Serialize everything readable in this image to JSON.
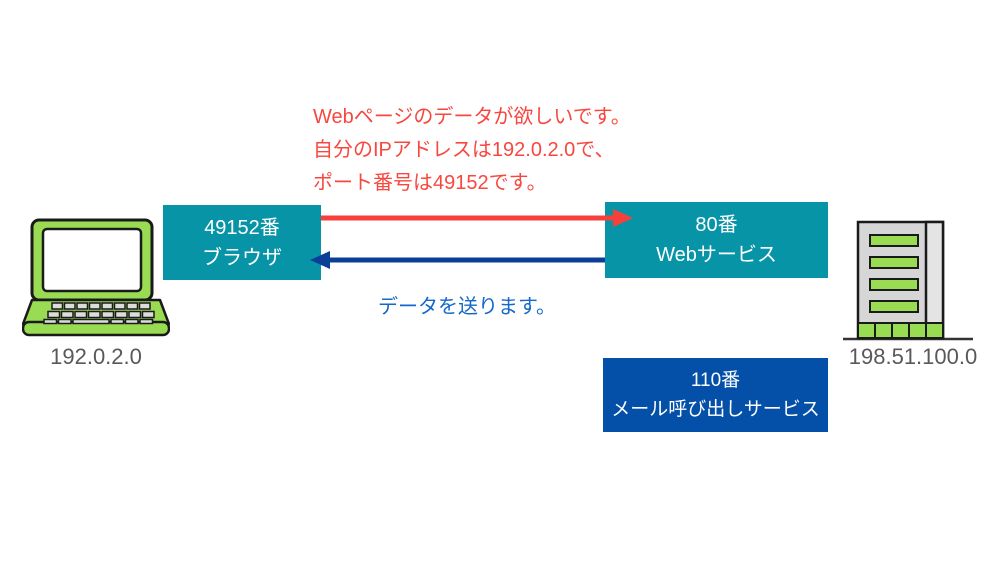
{
  "client": {
    "icon": "laptop-icon",
    "ip_label": "192.0.2.0",
    "browser_box": {
      "port_line": "49152番",
      "name_line": "ブラウザ",
      "bg": "#0894A7",
      "text_color": "#FFFFFF"
    }
  },
  "server": {
    "icon": "office-building-icon",
    "ip_label": "198.51.100.0",
    "web_box": {
      "port_line": "80番",
      "name_line": "Webサービス",
      "bg": "#0894A7",
      "text_color": "#FFFFFF"
    },
    "mail_box": {
      "port_line": "110番",
      "name_line": "メール呼び出しサービス",
      "bg": "#0450A8",
      "text_color": "#FFFFFF"
    }
  },
  "messages": {
    "request": {
      "lines": [
        "Webページのデータが欲しいです。",
        "自分のIPアドレスは192.0.2.0で、",
        "ポート番号は49152です。"
      ],
      "text_color": "#F8473F",
      "arrow_color": "#F8403B",
      "direction": "client-to-server"
    },
    "response": {
      "text": "データを送ります。",
      "text_color": "#1568C8",
      "arrow_color": "#0B3E96",
      "direction": "server-to-client"
    }
  },
  "palette": {
    "teal": "#0894A7",
    "dark_blue": "#0450A8",
    "green": "#99DB52",
    "outline": "#1A1A1A",
    "label_gray": "#595959"
  }
}
